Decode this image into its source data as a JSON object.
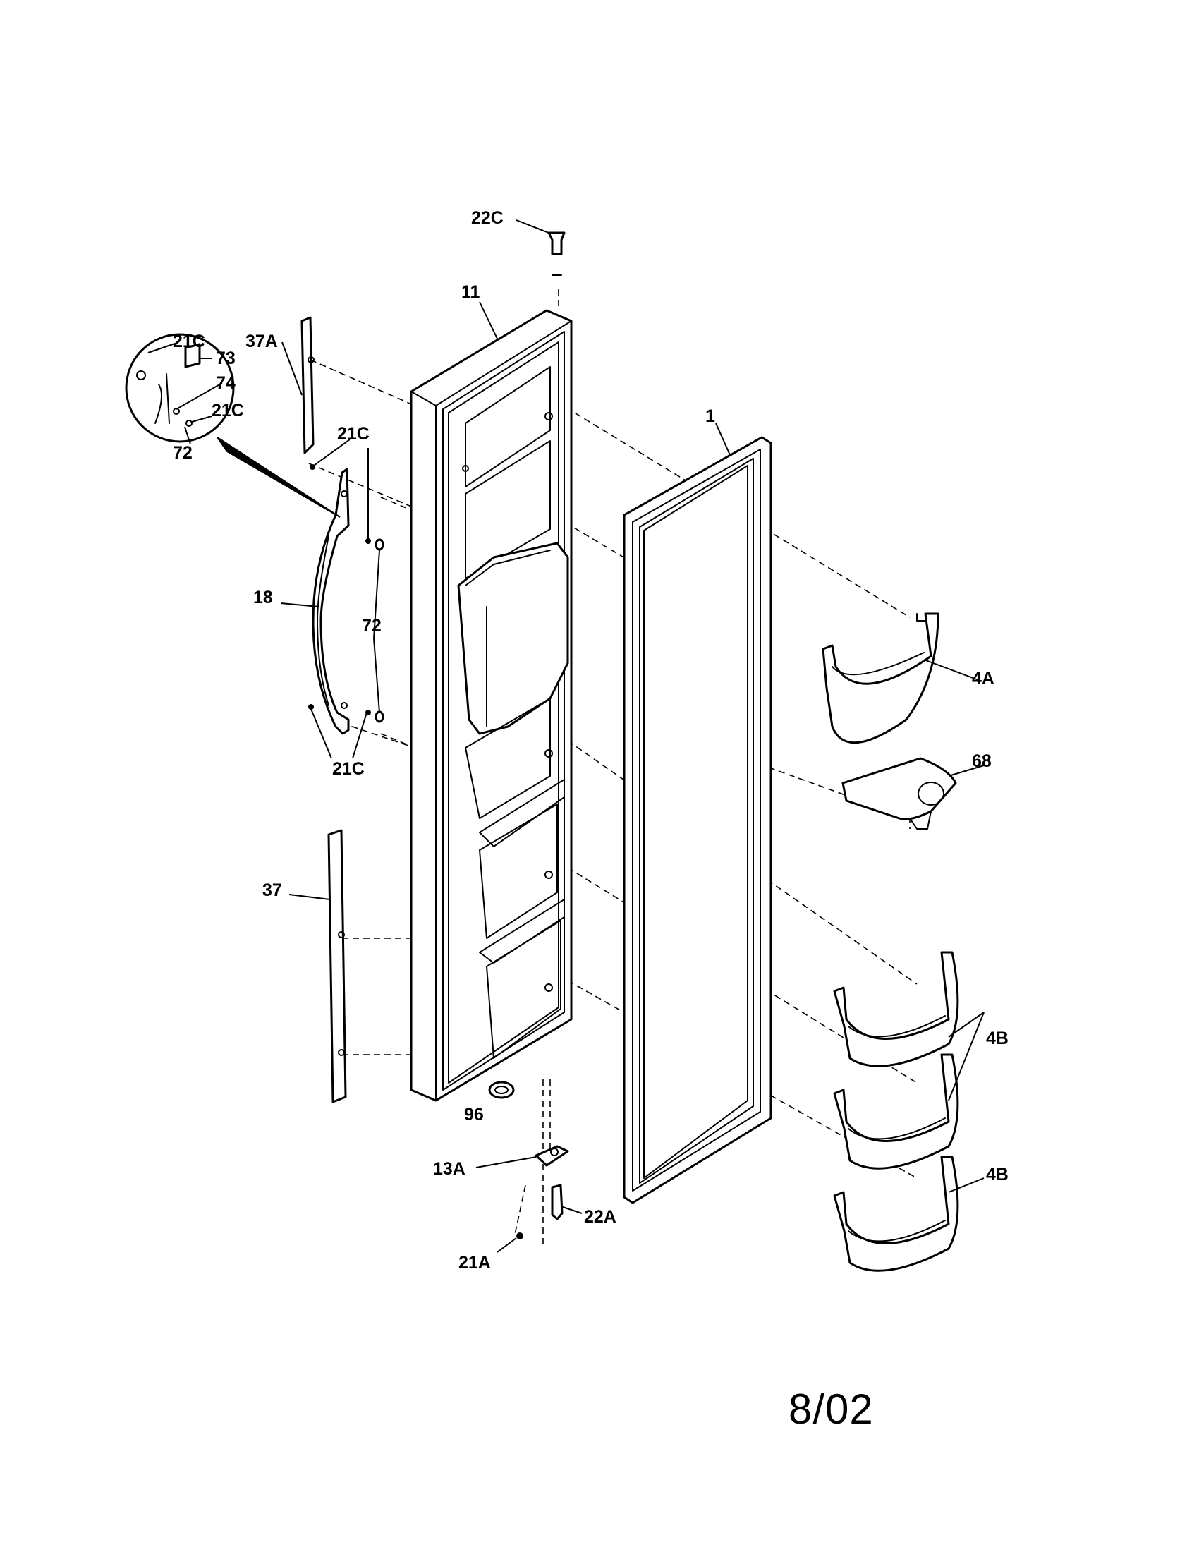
{
  "diagram": {
    "revision_date": "8/02",
    "callouts": {
      "c22C_top": "22C",
      "c11": "11",
      "c21C_inset_a": "21C",
      "c73": "73",
      "c74": "74",
      "c21C_inset_b": "21C",
      "c72_inset": "72",
      "c37A": "37A",
      "c21C_upper": "21C",
      "c1": "1",
      "c18": "18",
      "c72": "72",
      "c21C_lower": "21C",
      "c4A": "4A",
      "c68": "68",
      "c37": "37",
      "c4B_a": "4B",
      "c4B_b": "4B",
      "c96": "96",
      "c13A": "13A",
      "c22A": "22A",
      "c21A": "21A"
    }
  }
}
